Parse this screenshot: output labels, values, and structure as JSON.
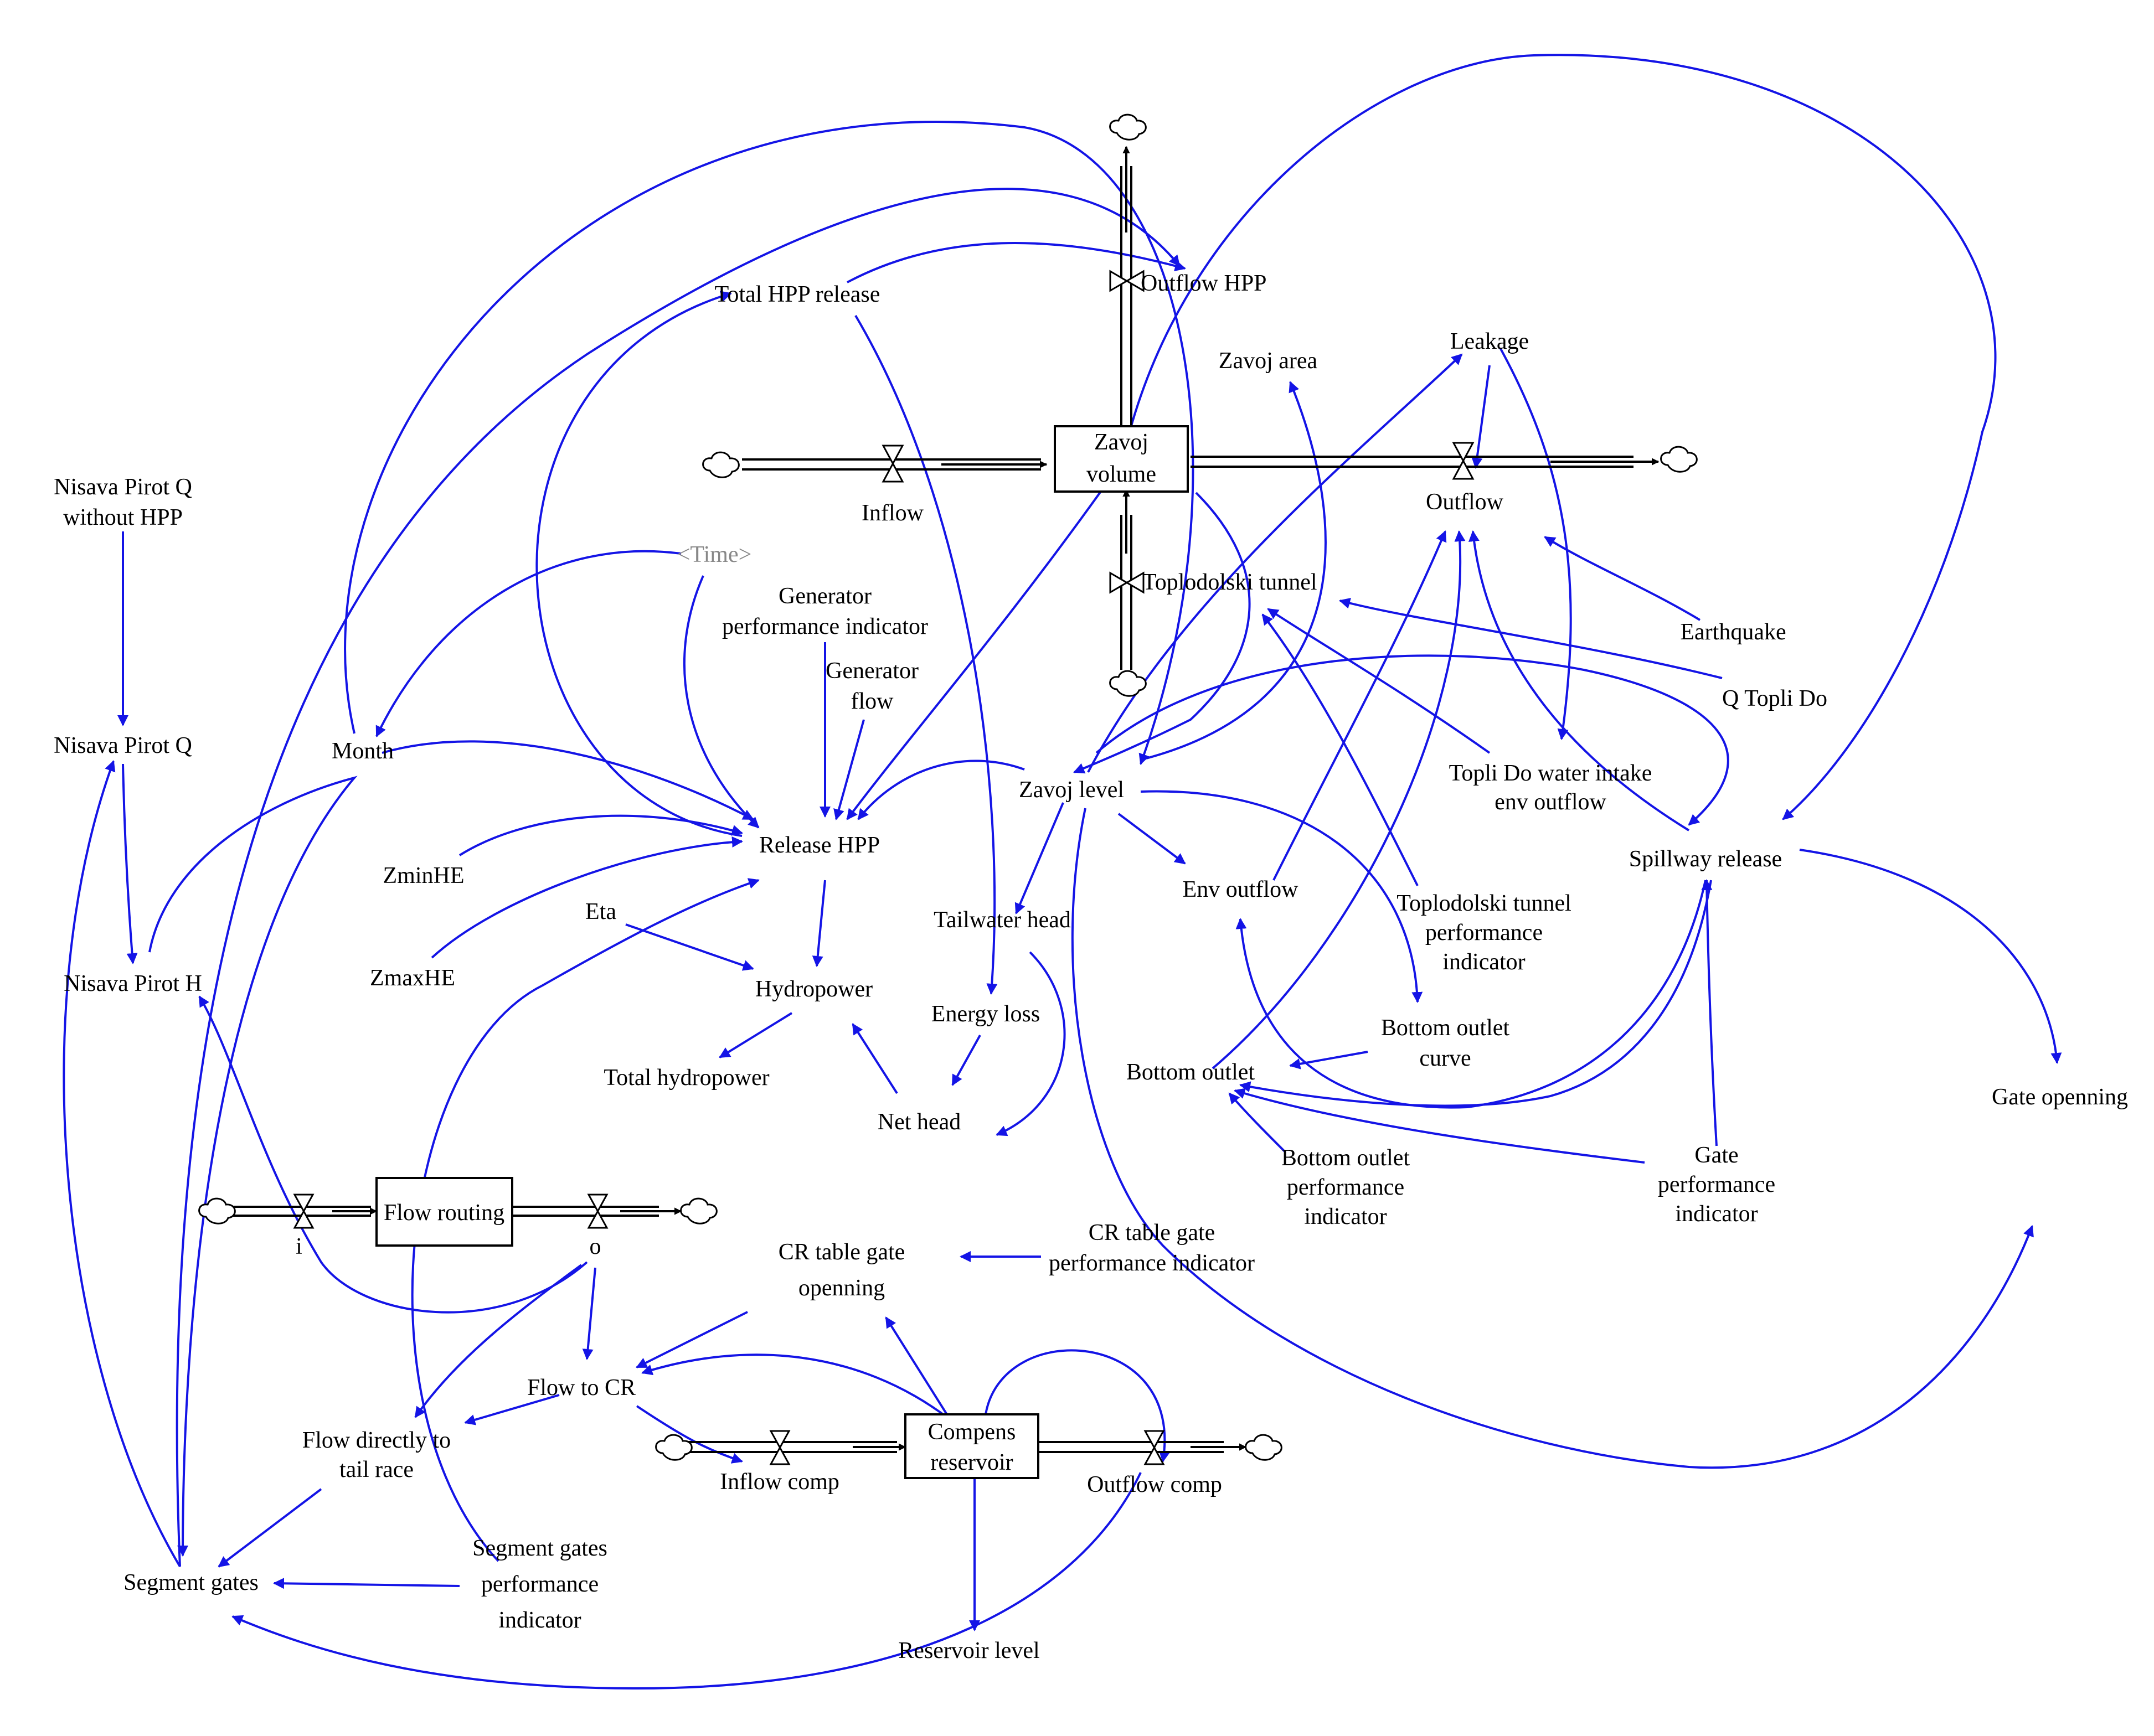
{
  "stocks": {
    "zavoj_volume": [
      "Zavoj",
      "volume"
    ],
    "flow_routing": [
      "Flow routing"
    ],
    "compens_reservoir": [
      "Compens",
      "reservoir"
    ]
  },
  "flows": {
    "inflow": "Inflow",
    "outflow_hpp": "Outflow HPP",
    "outflow": "Outflow",
    "toplodolski_tunnel": "Toplodolski tunnel",
    "i": "i",
    "o": "o",
    "inflow_comp": "Inflow comp",
    "outflow_comp": "Outflow comp"
  },
  "variables": {
    "nisava_pirot_q_without_hpp": [
      "Nisava Pirot Q",
      "without HPP"
    ],
    "nisava_pirot_q": "Nisava Pirot Q",
    "nisava_pirot_h": "Nisava Pirot H",
    "month": "Month",
    "time": "<Time>",
    "total_hpp_release": "Total HPP release",
    "generator_performance_indicator": [
      "Generator",
      "performance indicator"
    ],
    "generator_flow": [
      "Generator",
      "flow"
    ],
    "release_hpp": "Release HPP",
    "zminhe": "ZminHE",
    "zmaxhe": "ZmaxHE",
    "eta": "Eta",
    "hydropower": "Hydropower",
    "total_hydropower": "Total hydropower",
    "net_head": "Net head",
    "energy_loss": "Energy loss",
    "tailwater_head": "Tailwater head",
    "zavoj_level": "Zavoj level",
    "zavoj_area": "Zavoj area",
    "leakage": "Leakage",
    "earthquake": "Earthquake",
    "q_topli_do": "Q Topli Do",
    "topli_do_water_intake_env_outflow": [
      "Topli Do water intake",
      "env outflow"
    ],
    "spillway_release": "Spillway release",
    "env_outflow": "Env outflow",
    "toplodolski_tunnel_performance_indicator": [
      "Toplodolski tunnel",
      "performance",
      "indicator"
    ],
    "bottom_outlet_curve": [
      "Bottom outlet",
      "curve"
    ],
    "bottom_outlet": "Bottom outlet",
    "bottom_outlet_performance_indicator": [
      "Bottom outlet",
      "performance",
      "indicator"
    ],
    "gate_performance_indicator": [
      "Gate",
      "performance",
      "indicator"
    ],
    "gate_openning": "Gate openning",
    "cr_table_gate_openning": [
      "CR table gate",
      "openning"
    ],
    "cr_table_gate_performance_indicator": [
      "CR table gate",
      "performance indicator"
    ],
    "flow_to_cr": "Flow to CR",
    "flow_directly_to_tail_race": [
      "Flow directly to",
      "tail race"
    ],
    "segment_gates": "Segment gates",
    "segment_gates_performance_indicator": [
      "Segment gates",
      "performance",
      "indicator"
    ],
    "reservoir_level": "Reservoir level"
  },
  "colors": {
    "link": "#1414e6",
    "pipe": "#000000",
    "shadow_variable": "#888888"
  }
}
